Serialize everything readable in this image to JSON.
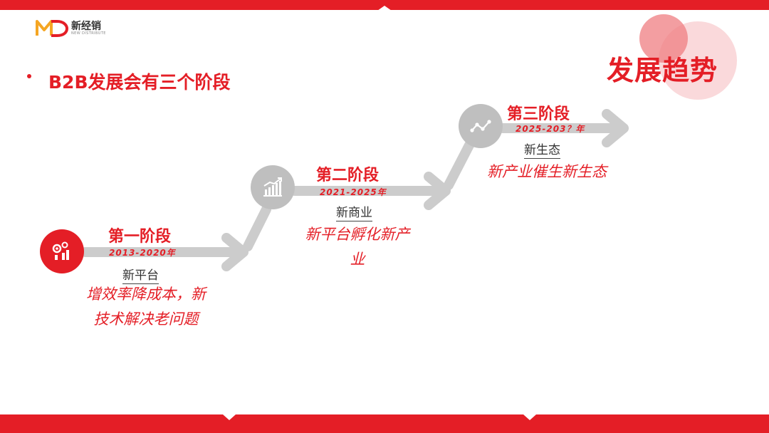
{
  "brand": {
    "name": "新经销",
    "subtitle": "NEW DISTRIBUTE",
    "accent": "#e41e26",
    "arrow_color": "#cccccc"
  },
  "page": {
    "title": "发展趋势",
    "heading": "B2B发展会有三个阶段"
  },
  "stages": [
    {
      "title": "第一阶段",
      "years": "2013-2020年",
      "name": "新平台",
      "desc_line1": "增效率降成本，新",
      "desc_line2": "技术解决老问题",
      "icon": "gears-chart-icon"
    },
    {
      "title": "第二阶段",
      "years": "2021-2025年",
      "name": "新商业",
      "desc_line1": "新平台孵化新产",
      "desc_line2": "业",
      "icon": "growth-chart-icon"
    },
    {
      "title": "第三阶段",
      "years": "2025-203？年",
      "name": "新生态",
      "desc_line1": "新产业催生新生态",
      "icon": "line-graph-icon"
    }
  ]
}
